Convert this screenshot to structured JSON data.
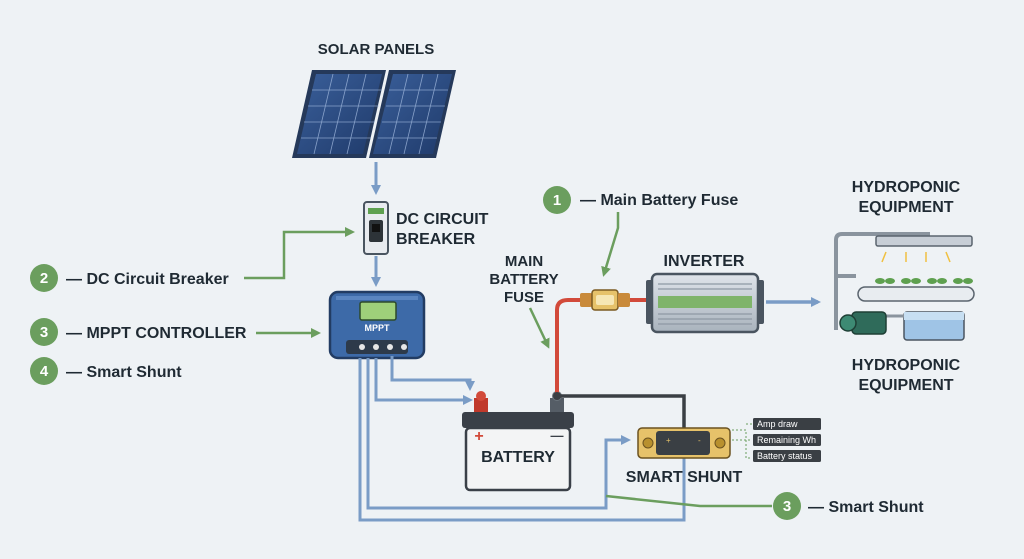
{
  "labels": {
    "solar_panels": "SOLAR PANELS",
    "dc_breaker_line1": "DC CIRCUIT",
    "dc_breaker_line2": "BREAKER",
    "main_fuse_line1": "MAIN",
    "main_fuse_line2": "BATTERY",
    "main_fuse_line3": "FUSE",
    "inverter": "INVERTER",
    "hydro_top_line1": "HYDROPONIC",
    "hydro_top_line2": "EQUIPMENT",
    "hydro_bottom_line1": "HYDROPONIC",
    "hydro_bottom_line2": "EQUIPMENT",
    "battery": "BATTERY",
    "smart_shunt": "SMART SHUNT",
    "mppt_screen": "MPPT",
    "battery_plus": "+",
    "battery_minus": "—"
  },
  "callouts": [
    {
      "num": "1",
      "text": "— Main Battery Fuse"
    },
    {
      "num": "2",
      "text": "— DC Circuit Breaker"
    },
    {
      "num": "3",
      "text": "— MPPT CONTROLLER"
    },
    {
      "num": "4",
      "text": "— Smart Shunt"
    },
    {
      "num": "3",
      "text": "— Smart Shunt"
    }
  ],
  "shunt_readouts": [
    "Amp draw",
    "Remaining Wh",
    "Battery status"
  ],
  "colors": {
    "badge": "#6b9e5e",
    "arrow_blue": "#7a9cc6",
    "wire_red": "#d24a3a",
    "wire_dark": "#3a3f44",
    "callout_line": "#6b9e5e"
  }
}
